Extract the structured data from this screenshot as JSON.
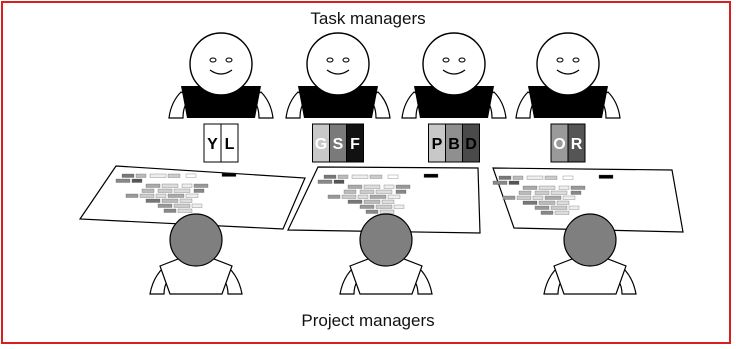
{
  "top_label": "Task managers",
  "bottom_label": "Project managers",
  "colors": {
    "frame": "#d61f1f",
    "shirt": "#000000",
    "project_head": "#7f7f7f"
  },
  "task_managers": [
    {
      "initials": [
        {
          "letter": "Y",
          "fill": "#ffffff",
          "text": "#000000"
        },
        {
          "letter": "L",
          "fill": "#ffffff",
          "text": "#000000"
        }
      ]
    },
    {
      "initials": [
        {
          "letter": "G",
          "fill": "#c8c8c8",
          "text": "#ffffff"
        },
        {
          "letter": "S",
          "fill": "#7a7a7a",
          "text": "#ffffff"
        },
        {
          "letter": "F",
          "fill": "#111111",
          "text": "#ffffff"
        }
      ]
    },
    {
      "initials": [
        {
          "letter": "P",
          "fill": "#c8c8c8",
          "text": "#000000"
        },
        {
          "letter": "B",
          "fill": "#8f8f8f",
          "text": "#000000"
        },
        {
          "letter": "D",
          "fill": "#4a4a4a",
          "text": "#000000"
        }
      ]
    },
    {
      "initials": [
        {
          "letter": "O",
          "fill": "#9a9a9a",
          "text": "#ffffff"
        },
        {
          "letter": "R",
          "fill": "#555555",
          "text": "#ffffff"
        }
      ]
    }
  ],
  "project_managers_count": 3
}
